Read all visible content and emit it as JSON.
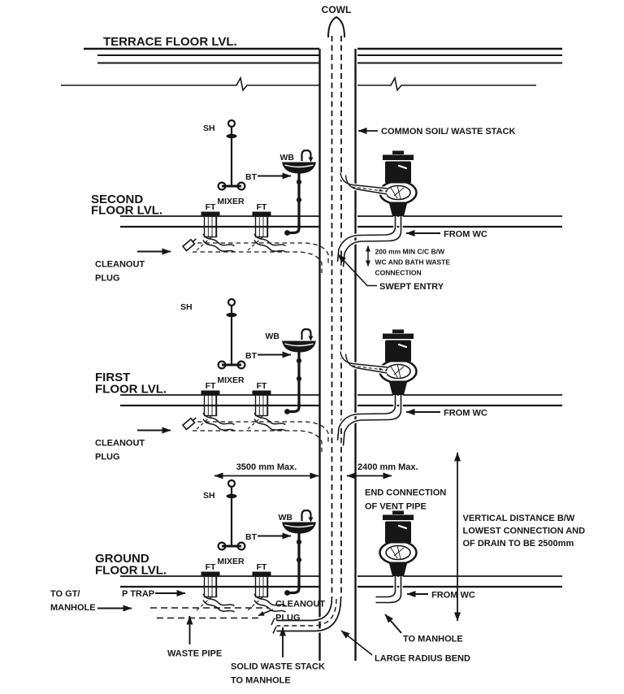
{
  "stack": {
    "cowl": "COWL",
    "label": "COMMON SOIL/ WASTE STACK"
  },
  "floors": {
    "terrace": {
      "name": "TERRACE FLOOR LVL."
    },
    "second": {
      "line1": "SECOND",
      "line2": "FLOOR LVL."
    },
    "first": {
      "line1": "FIRST",
      "line2": "FLOOR LVL."
    },
    "ground": {
      "line1": "GROUND",
      "line2": "FLOOR LVL."
    }
  },
  "fixtures": {
    "shower": "SH",
    "wash_basin": "WB",
    "bath": "BT",
    "mixer": "MIXER",
    "floor_trap": "FT"
  },
  "annotations": {
    "cleanout_l1": "CLEANOUT",
    "cleanout_l2": "PLUG",
    "from_wc": "FROM WC",
    "swept_entry": "SWEPT ENTRY",
    "min_gap_l1": "200 mm MIN C/C B/W",
    "min_gap_l2": "WC AND BATH WASTE",
    "min_gap_l3": "CONNECTION",
    "dim_left": "3500 mm Max.",
    "dim_right": "2400 mm Max.",
    "end_conn_l1": "END CONNECTION",
    "end_conn_l2": "OF VENT PIPE",
    "vert_dist_l1": "VERTICAL DISTANCE B/W",
    "vert_dist_l2": "LOWEST CONNECTION AND",
    "vert_dist_l3": "OF DRAIN TO BE 2500mm",
    "to_gt_l1": "TO GT/",
    "to_gt_l2": "MANHOLE",
    "p_trap": "P TRAP",
    "waste_pipe": "WASTE PIPE",
    "solid_waste_l1": "SOLID WASTE STACK",
    "solid_waste_l2": "TO MANHOLE",
    "large_radius_bend": "LARGE RADIUS BEND",
    "to_manhole": "TO MANHOLE"
  },
  "colors": {
    "ink": "#161616",
    "background": "#ffffff"
  }
}
